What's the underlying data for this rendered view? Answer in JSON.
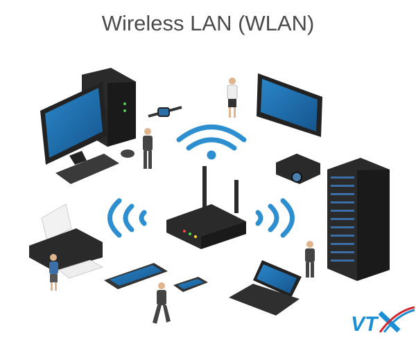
{
  "title": "Wireless LAN (WLAN)",
  "logo": {
    "text": "VTX"
  },
  "colors": {
    "wifi": "#2e8fd0",
    "screen": "#1e6fae",
    "device": "#2b2b2b",
    "logo_blue": "#1a8fd6",
    "logo_red": "#d3262e"
  },
  "devices": [
    "desktop-computer",
    "smartwatch",
    "monitor",
    "projector",
    "server-rack",
    "router",
    "printer",
    "tablet",
    "smartphone",
    "laptop"
  ]
}
